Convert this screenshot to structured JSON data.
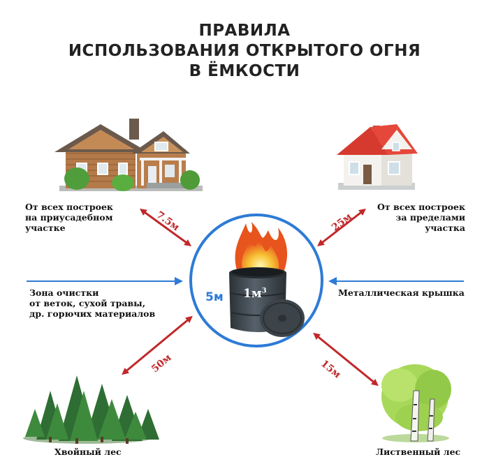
{
  "title": {
    "line1": "ПРАВИЛА",
    "line2": "ИСПОЛЬЗОВАНИЯ ОТКРЫТОГО ОГНЯ",
    "line3": "В ЁМКОСТИ"
  },
  "labels": {
    "house_left_1": "От всех построек",
    "house_left_2": "на приусадебном",
    "house_left_3": "участке",
    "house_right_1": "От всех построек",
    "house_right_2": "за пределами",
    "house_right_3": "участка",
    "zone_1": "Зона очистки",
    "zone_2": "от веток, сухой травы,",
    "zone_3": "др. горючих материалов",
    "lid": "Металлическая крышка",
    "conifer": "Хвойный лес",
    "deciduous": "Лиственный лес"
  },
  "distances": {
    "house_left": "7.5м",
    "house_right": "25м",
    "conifer": "50м",
    "deciduous": "15м",
    "radius": "5м"
  },
  "barrel": {
    "volume": "1м",
    "volume_exp": "3"
  },
  "colors": {
    "circle": "#2d7bd6",
    "arrow_red": "#c0282a",
    "arrow_blue": "#2d7bd6",
    "barrel": "#3c4449",
    "flame": "#f39a1e",
    "roof_left": "#6b5a4c",
    "roof_right": "#d63a2e",
    "tree_green": "#3d8a3a"
  }
}
